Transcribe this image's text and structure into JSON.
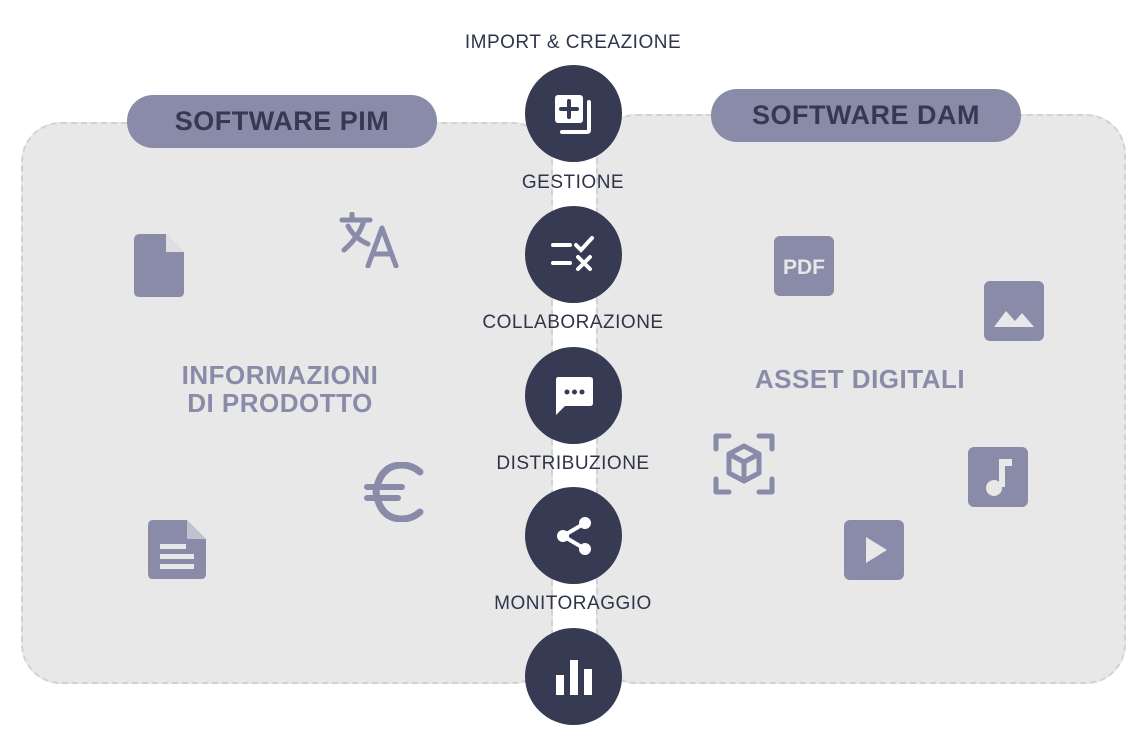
{
  "pim": {
    "title": "SOFTWARE PIM",
    "center_line1": "INFORMAZIONI",
    "center_line2": "DI PRODOTTO",
    "icons": [
      "file-icon",
      "translate-icon",
      "euro-icon",
      "document-icon"
    ]
  },
  "dam": {
    "title": "SOFTWARE DAM",
    "center": "ASSET DIGITALI",
    "pdf_text": "PDF",
    "icons": [
      "pdf-icon",
      "image-icon",
      "3d-object-icon",
      "music-icon",
      "video-play-icon"
    ]
  },
  "steps": [
    {
      "label": "IMPORT & CREAZIONE",
      "icon": "add-copy-icon"
    },
    {
      "label": "GESTIONE",
      "icon": "checklist-icon"
    },
    {
      "label": "COLLABORAZIONE",
      "icon": "chat-icon"
    },
    {
      "label": "DISTRIBUZIONE",
      "icon": "share-icon"
    },
    {
      "label": "MONITORAGGIO",
      "icon": "bar-chart-icon"
    }
  ],
  "colors": {
    "accent": "#8a8ba8",
    "dark": "#363a52",
    "panel": "#e8e8e9"
  }
}
